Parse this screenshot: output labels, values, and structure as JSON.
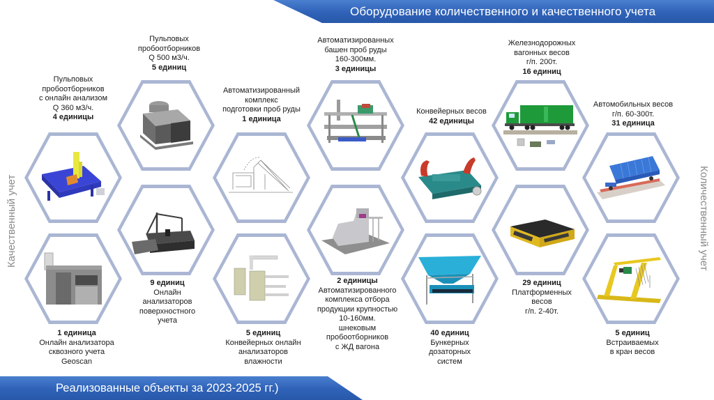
{
  "header": {
    "title": "Оборудование количественного и качественного учета"
  },
  "footer": {
    "title": "Реализованные объекты за 2023-2025 гг.)"
  },
  "side_labels": {
    "left": "Качественный учет",
    "right": "Количественный учет"
  },
  "colors": {
    "banner_blue": "#2f62b8",
    "hex_border": "#aab6d3",
    "side_label_gray": "#8a8a8a"
  },
  "items": [
    {
      "id": "pulp-samplers-online",
      "icon": "pulp-sampler-blue-icon",
      "lines": [
        "Пульповых",
        "пробоотборников",
        "с онлайн анализом",
        "Q 360 м3/ч."
      ],
      "count": "4 единицы"
    },
    {
      "id": "pulp-samplers-500",
      "icon": "pulp-sampler-gray-icon",
      "lines": [
        "Пульповых",
        "пробоотборников",
        "Q 500 м3/ч."
      ],
      "count": "5 единиц"
    },
    {
      "id": "sample-prep-complex",
      "icon": "sample-prep-drawing-icon",
      "lines": [
        "Автоматизированный",
        "комплекс",
        "подготовки проб руды"
      ],
      "count": "1 единица"
    },
    {
      "id": "sampling-towers",
      "icon": "sampling-tower-icon",
      "lines": [
        "Автоматизированных",
        "башен проб руды",
        "160-300мм."
      ],
      "count": "3 единицы"
    },
    {
      "id": "conveyor-scales",
      "icon": "conveyor-scale-icon",
      "lines": [
        "Конвейерных весов"
      ],
      "count": "42 единицы"
    },
    {
      "id": "rail-scales",
      "icon": "rail-scale-truck-icon",
      "lines": [
        "Железнодорожных",
        "вагонных весов",
        "г/п. 200т."
      ],
      "count": "16 единиц"
    },
    {
      "id": "truck-scales",
      "icon": "hopper-wagon-scale-icon",
      "lines": [
        "Автомобильных весов",
        "г/п. 60-300т."
      ],
      "count": "31 единица"
    },
    {
      "id": "geoscan-analyzer",
      "icon": "geoscan-analyzer-icon",
      "count": "1 единица",
      "lines": [
        "Онлайн анализатора",
        "сквозного учета",
        "Geoscan"
      ]
    },
    {
      "id": "surface-analyzers",
      "icon": "surface-analyzer-icon",
      "count": "9 единиц",
      "lines": [
        "Онлайн",
        "анализаторов",
        "поверхностного",
        "учета"
      ]
    },
    {
      "id": "moisture-analyzers",
      "icon": "moisture-analyzer-icon",
      "count": "5 единиц",
      "lines": [
        "Конвейерных онлайн",
        "анализаторов",
        "влажности"
      ]
    },
    {
      "id": "product-sampling-complex",
      "icon": "product-sampling-complex-icon",
      "count": "2 единицы",
      "lines": [
        "Автоматизированного",
        "комплекса отбора",
        "продукции крупностью",
        "10-160мм.",
        "шнековым",
        "пробоотборников",
        "с ЖД вагона"
      ]
    },
    {
      "id": "bunker-dosing",
      "icon": "bunker-dosing-icon",
      "count": "40 единиц",
      "lines": [
        "Бункерных",
        "дозаторных",
        "систем"
      ]
    },
    {
      "id": "platform-scales",
      "icon": "platform-scale-icon",
      "count": "29 единиц",
      "lines": [
        "Платформенных",
        "весов",
        "г/п. 2-40т."
      ]
    },
    {
      "id": "crane-scales",
      "icon": "crane-scale-icon",
      "count": "5 единиц",
      "lines": [
        "Встраиваемых",
        "в кран весов"
      ]
    }
  ]
}
